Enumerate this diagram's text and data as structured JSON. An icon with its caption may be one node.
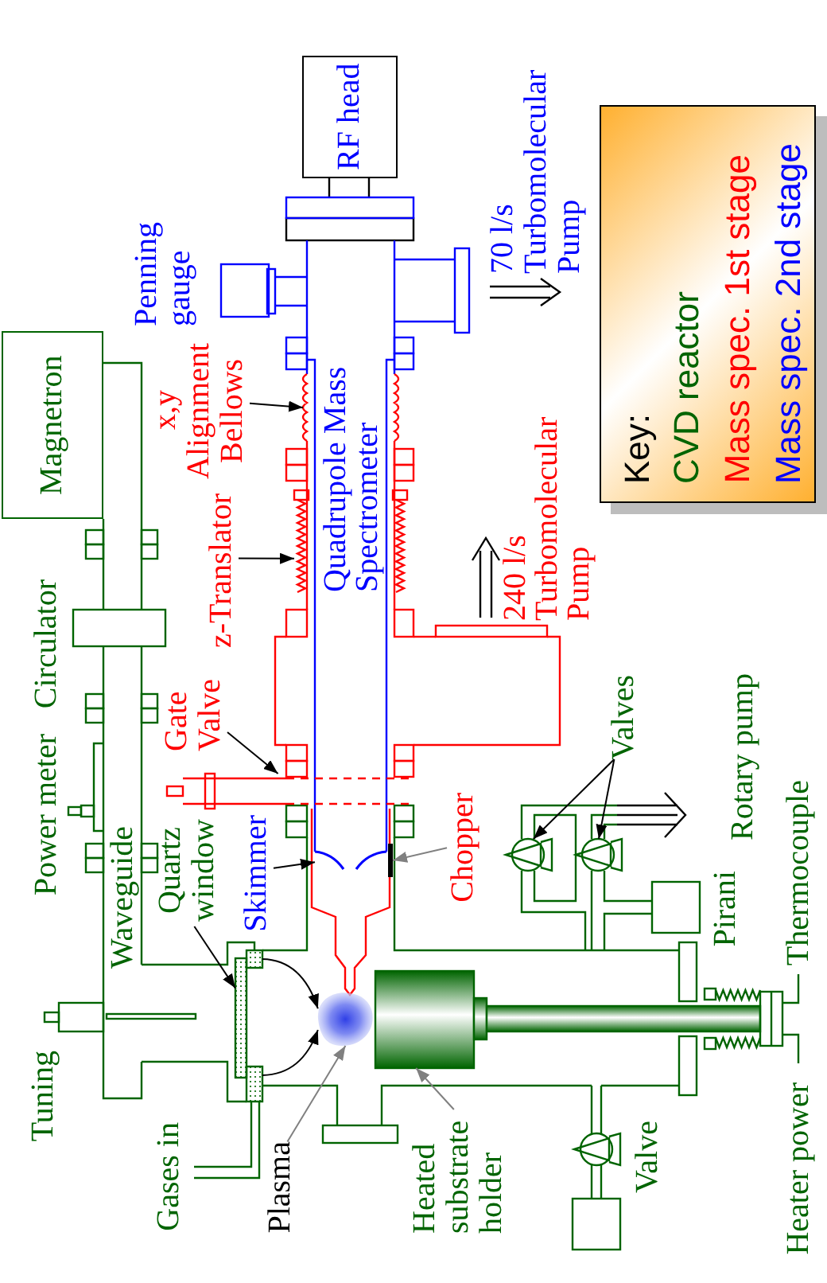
{
  "diagram": {
    "nodes": [
      {
        "text": [
          "RF head"
        ]
      },
      {
        "text": [
          "Magnetron"
        ]
      },
      {
        "text": [
          "x,y Alignment Bellows"
        ]
      },
      {
        "text": [],
        "shape": "picture"
      },
      {
        "text": [
          "z-Translator"
        ]
      },
      {
        "text": [],
        "shape": "picture"
      },
      {
        "text": [
          "Gate Valve"
        ]
      },
      {
        "text": [],
        "shape": "bar"
      },
      {
        "text": [
          "Quartz window"
        ]
      },
      {
        "text": [],
        "shape": "bar"
      },
      {
        "text": [
          "Skimmer"
        ]
      },
      {
        "text": [],
        "shape": "picture"
      },
      {
        "text": [
          "Chopper"
        ]
      },
      {
        "text": [],
        "shape": "bar"
      },
      {
        "text": [],
        "shape": "box"
      },
      {
        "text": [],
        "shape": "box"
      },
      {
        "text": [],
        "shape": "cloud"
      },
      {
        "text": [
          "Plasma"
        ]
      },
      {
        "text": [],
        "shape": "cylinder"
      },
      {
        "text": [
          "Heated substrate holder"
        ]
      },
      {
        "text": [
          "Valves"
        ]
      },
      {
        "text": [],
        "shape": "picture"
      },
      {
        "text": [],
        "shape": "picture"
      }
    ],
    "edges": [
      {
        "from": 2,
        "to": 3,
        "arrow": "to"
      },
      {
        "from": 4,
        "to": 5,
        "arrow": "to"
      },
      {
        "from": 6,
        "to": 7,
        "arrow": "to"
      },
      {
        "from": 8,
        "to": 9,
        "arrow": "to"
      },
      {
        "from": 10,
        "to": 11,
        "arrow": "to"
      },
      {
        "from": 12,
        "to": 13,
        "arrow": "to",
        "color": "#808080"
      },
      {
        "from": 14,
        "to": 16,
        "arrow": "to"
      },
      {
        "from": 15,
        "to": 16,
        "arrow": "to"
      },
      {
        "from": 17,
        "to": 16,
        "arrow": "to",
        "color": "#808080"
      },
      {
        "from": 19,
        "to": 18,
        "arrow": "to",
        "color": "#808080"
      },
      {
        "from": 20,
        "to": 21,
        "arrow": "to"
      },
      {
        "from": 20,
        "to": 22,
        "arrow": "to"
      }
    ],
    "labels": [
      "Penning gauge",
      "70 l/s Turbomolecular Pump",
      "Quadrupole Mass Spectrometer",
      "240 l/s Turbomolecular Pump",
      "Circulator",
      "Power meter",
      "Waveguide",
      "Tuning",
      "Gases in",
      "Rotary pump",
      "Pirani",
      "Thermocouple",
      "Valve",
      "Heater power",
      "Key:"
    ],
    "legend": [
      {
        "text": "CVD reactor",
        "color": "#006400"
      },
      {
        "text": "Mass spec. 1st stage",
        "color": "#ff0000"
      },
      {
        "text": "Mass spec. 2nd stage",
        "color": "#0000ff"
      }
    ]
  }
}
